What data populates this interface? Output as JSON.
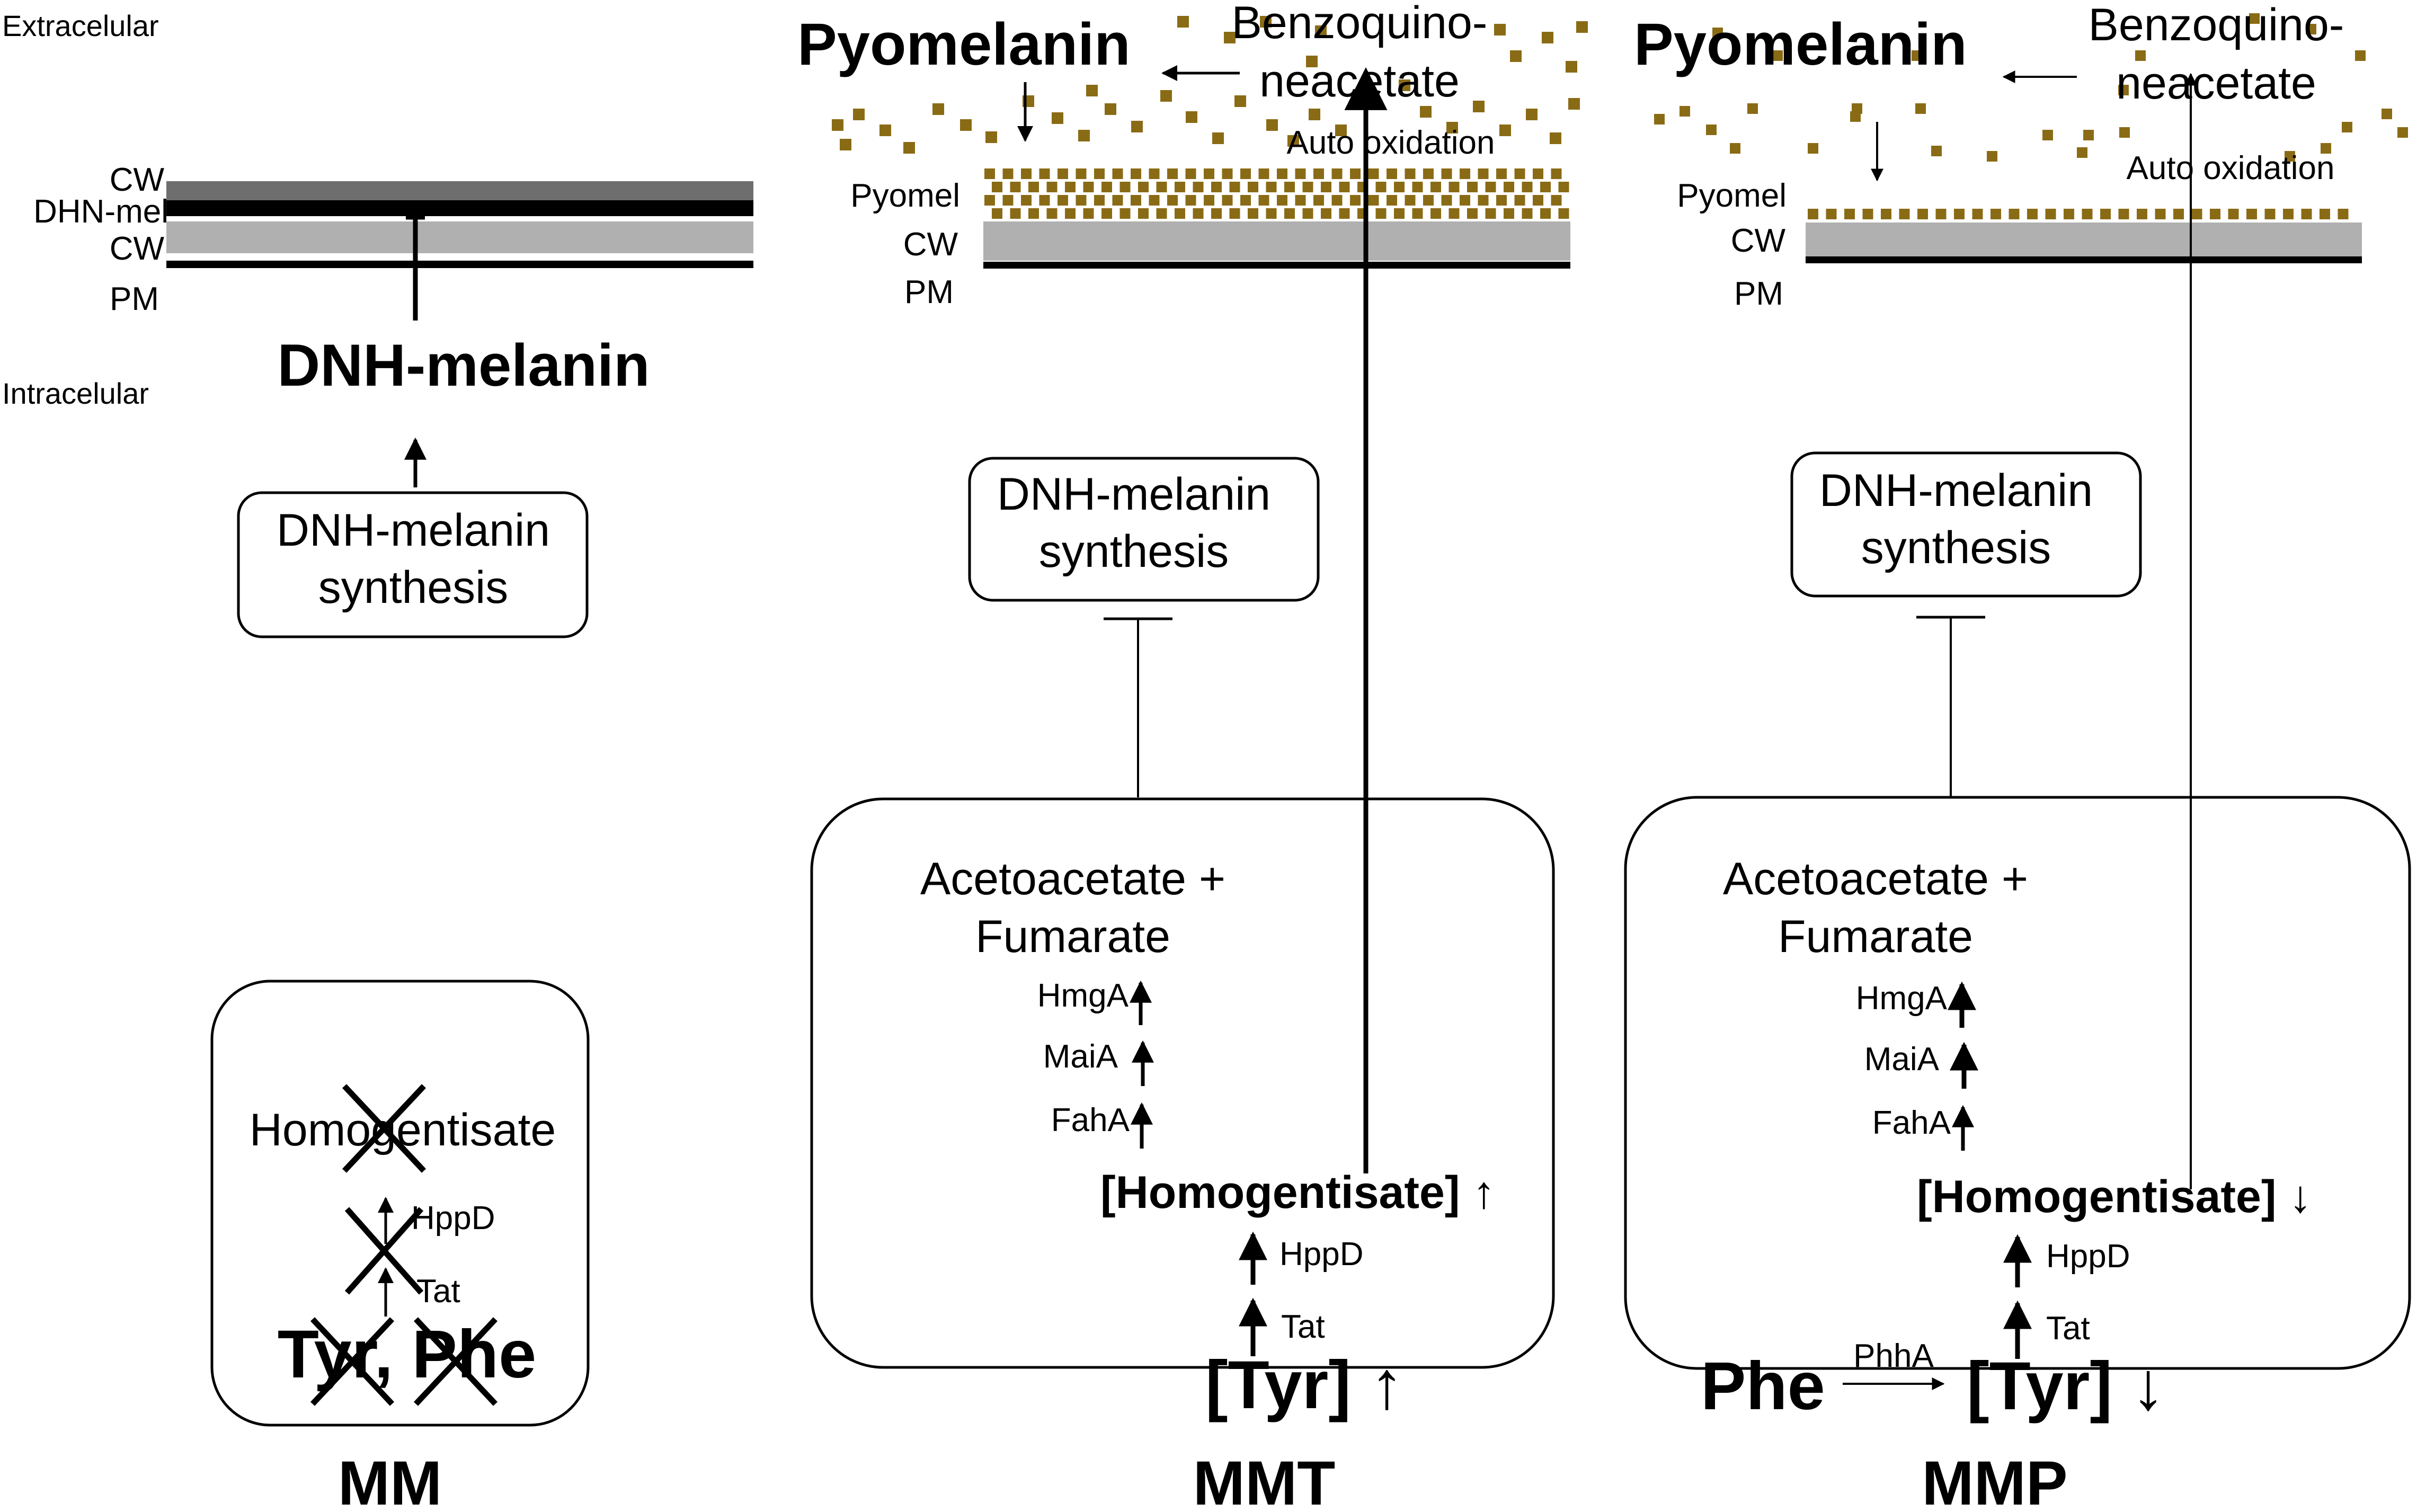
{
  "colors": {
    "granule": "#8a6b15",
    "cw_dark": "#6e6e6e",
    "cw_light": "#b0b0b0",
    "line": "#000000",
    "background": "#ffffff"
  },
  "mm": {
    "extracellular": "Extracelular",
    "intracellular": "Intracelular",
    "cw_top": "CW",
    "dhn_layer": "DHN-mel",
    "cw_bottom": "CW",
    "pm": "PM",
    "melanin": "DNH-melanin",
    "synthesis_line1": "DNH-melanin",
    "synthesis_line2": "synthesis",
    "homogentisate": "Homogentisate",
    "hppd": "HppD",
    "tat": "Tat",
    "tyr_phe": "Tyr, Phe",
    "panel_label": "MM"
  },
  "mmt": {
    "pyomelanin": "Pyomelanin",
    "benzo_line1": "Benzoquino-",
    "benzo_line2": "neacetate",
    "auto_oxidation": "Auto oxidation",
    "pyomel": "Pyomel",
    "cw": "CW",
    "pm": "PM",
    "synthesis_line1": "DNH-melanin",
    "synthesis_line2": "synthesis",
    "aceto_line1": "Acetoacetate +",
    "aceto_line2": "Fumarate",
    "hmga": "HmgA",
    "maia": "MaiA",
    "faha": "FahA",
    "homogentisate": "[Homogentisate] ↑",
    "hppd": "HppD",
    "tat": "Tat",
    "tyr": "[Tyr] ↑",
    "panel_label": "MMT"
  },
  "mmp": {
    "pyomelanin": "Pyomelanin",
    "benzo_line1": "Benzoquino-",
    "benzo_line2": "neacetate",
    "auto_oxidation": "Auto oxidation",
    "pyomel": "Pyomel",
    "cw": "CW",
    "pm": "PM",
    "synthesis_line1": "DNH-melanin",
    "synthesis_line2": "synthesis",
    "aceto_line1": "Acetoacetate +",
    "aceto_line2": "Fumarate",
    "hmga": "HmgA",
    "maia": "MaiA",
    "faha": "FahA",
    "homogentisate": "[Homogentisate] ↓",
    "hppd": "HppD",
    "tat": "Tat",
    "phe": "Phe",
    "phha": "PhhA",
    "tyr": "[Tyr] ↓",
    "panel_label": "MMP"
  }
}
